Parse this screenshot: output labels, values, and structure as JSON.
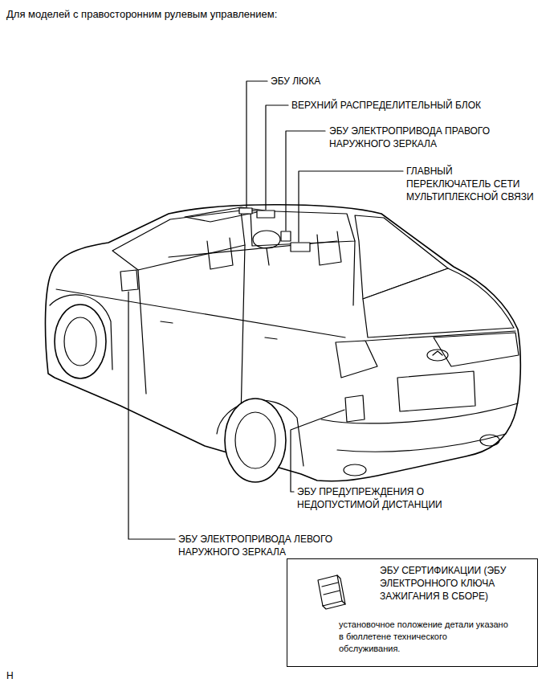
{
  "diagram": {
    "title": "Для моделей с правосторонним рулевым управлением:",
    "nodes": [
      {
        "text": [
          "ЭБУ СЕРТИФИКАЦИИ (ЭБУ ЭЛЕКТРОННОГО КЛЮЧА ЗАЖИГАНИЯ В СБОРЕ)",
          "установочное положение детали указано в бюллетене технического обслуживания."
        ]
      }
    ],
    "labels": [
      "ЭБУ ЛЮКА",
      "ВЕРХНИЙ РАСПРЕДЕЛИТЕЛЬНЫЙ БЛОК",
      "ЭБУ ЭЛЕКТРОПРИВОДА ПРАВОГО НАРУЖНОГО ЗЕРКАЛА",
      "ГЛАВНЫЙ ПЕРЕКЛЮЧАТЕЛЬ СЕТИ МУЛЬТИПЛЕКСНОЙ СВЯЗИ",
      "ЭБУ ПРЕДУПРЕЖДЕНИЯ О НЕДОПУСТИМОЙ ДИСТАНЦИИ",
      "ЭБУ ЭЛЕКТРОПРИВОДА ЛЕВОГО НАРУЖНОГО ЗЕРКАЛА",
      "H"
    ]
  }
}
